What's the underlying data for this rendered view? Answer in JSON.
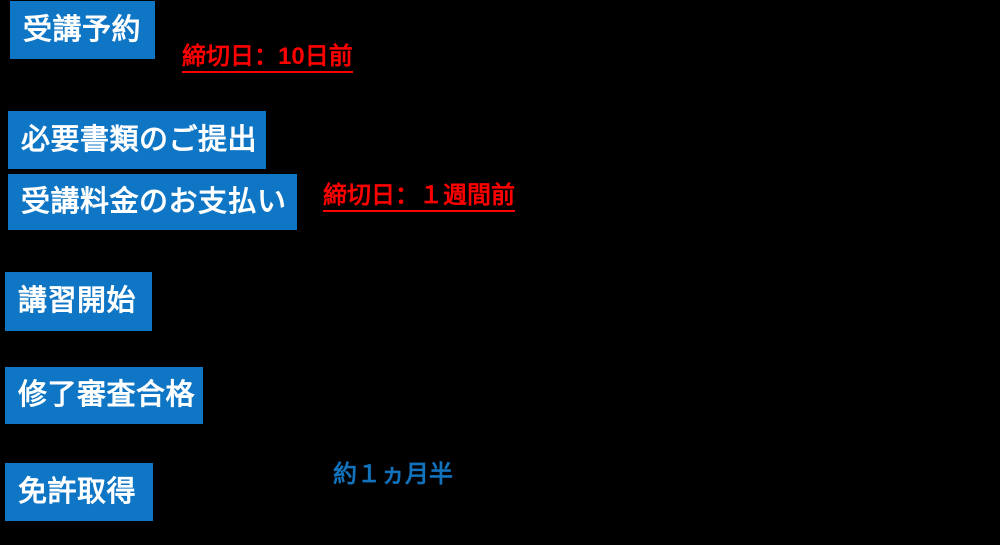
{
  "diagram": {
    "background_color": "#000000",
    "box_color": "#0e76c5",
    "box_text_color": "#ffffff",
    "deadline_color": "#ff0000",
    "duration_color": "#1272bc",
    "steps": [
      {
        "label": "受講予約"
      },
      {
        "label": "必要書類のご提出"
      },
      {
        "label": "受講料金のお支払い"
      },
      {
        "label": "講習開始"
      },
      {
        "label": "修了審査合格"
      },
      {
        "label": "免許取得"
      }
    ],
    "annotations": [
      {
        "text": "締切日：10日前",
        "color": "#ff0000",
        "underline": true
      },
      {
        "text": "締切日：１週間前",
        "color": "#ff0000",
        "underline": true
      },
      {
        "text": "約１ヵ月半",
        "color": "#1272bc",
        "underline": false
      }
    ]
  }
}
